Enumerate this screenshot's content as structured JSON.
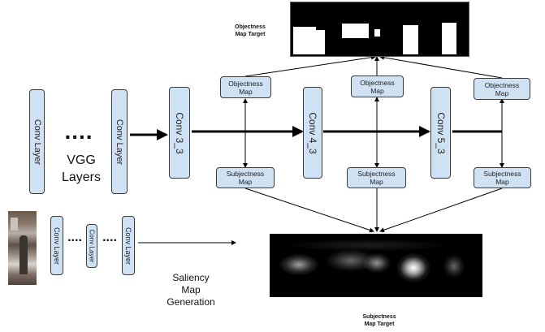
{
  "vgg": {
    "conv1_label": "Conv Layer",
    "conv2_label": "Conv Layer",
    "ellipsis": "....",
    "caption_line1": "VGG",
    "caption_line2": "Layers"
  },
  "backbone": {
    "conv3_label": "Conv 3_3",
    "conv4_label": "Conv 4_3",
    "conv5_label": "Conv 5_3"
  },
  "heads": {
    "objectness_line1": "Objectness",
    "objectness_line2": "Map",
    "subjectness_line1": "Subjectness",
    "subjectness_line2": "Map"
  },
  "targets": {
    "objectness_line1": "Objectness",
    "objectness_line2": "Map Target",
    "subjectness_line1": "Subjectness",
    "subjectness_line2": "Map Target"
  },
  "saliency": {
    "conv_label": "Conv Layer",
    "dots": "....",
    "caption_line1": "Saliency",
    "caption_line2": "Map",
    "caption_line3": "Generation"
  },
  "colors": {
    "box_fill": "#cfe2f3",
    "box_border": "#3c3c3c",
    "arrow": "#000000"
  }
}
